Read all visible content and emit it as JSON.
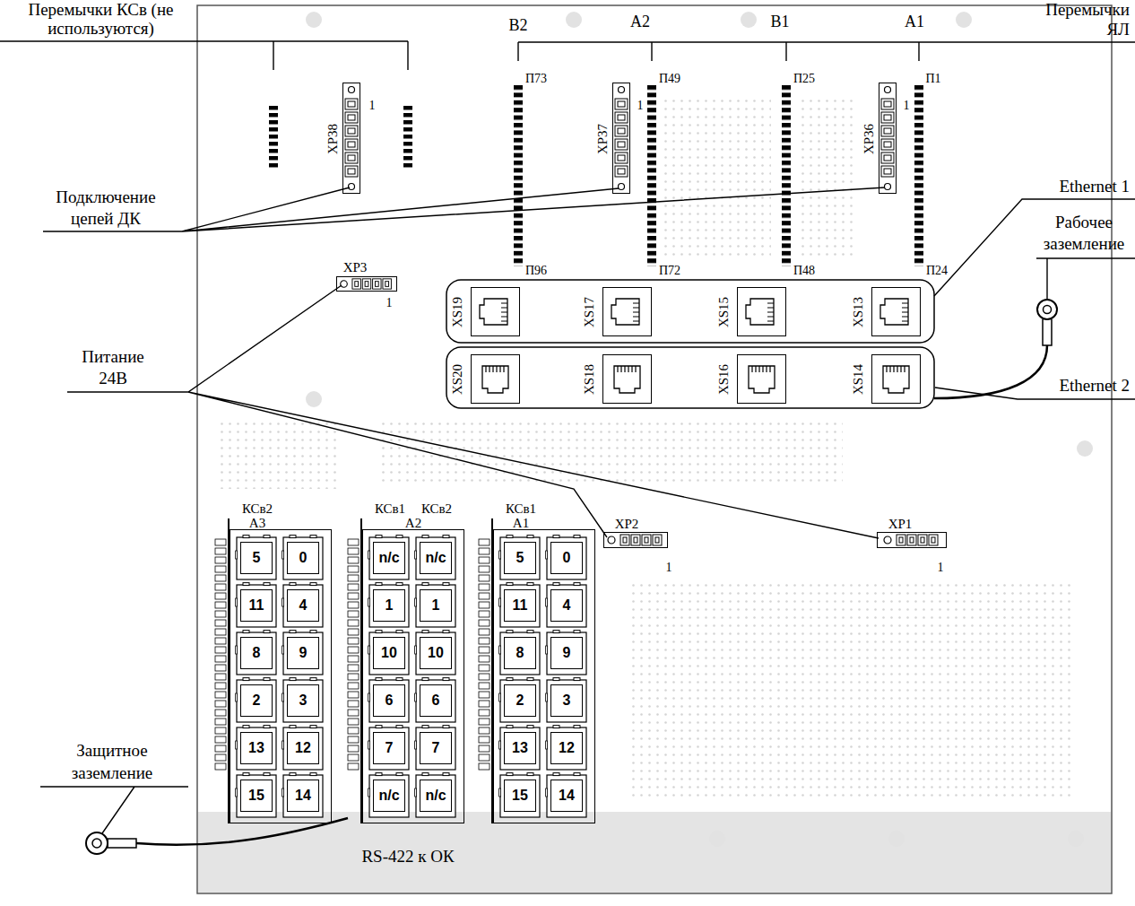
{
  "diagram": {
    "nodes": [
      {
        "text": [
          "XP38",
          "1"
        ]
      },
      {
        "text": [
          "XP37",
          "1"
        ]
      },
      {
        "text": [
          "XP36",
          "1"
        ]
      },
      {
        "text": [
          "XP3",
          "1"
        ]
      },
      {
        "text": [
          "XS19"
        ]
      },
      {
        "text": [
          "XS17"
        ]
      },
      {
        "text": [
          "XS15"
        ]
      },
      {
        "text": [
          "XS13"
        ]
      },
      {
        "text": [
          "XS20"
        ]
      },
      {
        "text": [
          "XS18"
        ]
      },
      {
        "text": [
          "XS16"
        ]
      },
      {
        "text": [
          "XS14"
        ]
      },
      {
        "text": [
          "КСв2",
          "А3"
        ]
      },
      {
        "text": [
          "5"
        ],
        "in": 12
      },
      {
        "text": [
          "0"
        ],
        "in": 12
      },
      {
        "text": [
          "11"
        ],
        "in": 12
      },
      {
        "text": [
          "4"
        ],
        "in": 12
      },
      {
        "text": [
          "8"
        ],
        "in": 12
      },
      {
        "text": [
          "9"
        ],
        "in": 12
      },
      {
        "text": [
          "2"
        ],
        "in": 12
      },
      {
        "text": [
          "3"
        ],
        "in": 12
      },
      {
        "text": [
          "13"
        ],
        "in": 12
      },
      {
        "text": [
          "12"
        ],
        "in": 12
      },
      {
        "text": [
          "15"
        ],
        "in": 12
      },
      {
        "text": [
          "14"
        ],
        "in": 12
      },
      {
        "text": [
          "КСв1",
          "КСв2",
          "А2"
        ]
      },
      {
        "text": [
          "n/c"
        ],
        "in": 25
      },
      {
        "text": [
          "n/c"
        ],
        "in": 25
      },
      {
        "text": [
          "1"
        ],
        "in": 25
      },
      {
        "text": [
          "1"
        ],
        "in": 25
      },
      {
        "text": [
          "10"
        ],
        "in": 25
      },
      {
        "text": [
          "10"
        ],
        "in": 25
      },
      {
        "text": [
          "6"
        ],
        "in": 25
      },
      {
        "text": [
          "6"
        ],
        "in": 25
      },
      {
        "text": [
          "7"
        ],
        "in": 25
      },
      {
        "text": [
          "7"
        ],
        "in": 25
      },
      {
        "text": [
          "n/c"
        ],
        "in": 25
      },
      {
        "text": [
          "n/c"
        ],
        "in": 25
      },
      {
        "text": [
          "КСв1",
          "А1"
        ]
      },
      {
        "text": [
          "5"
        ],
        "in": 38
      },
      {
        "text": [
          "0"
        ],
        "in": 38
      },
      {
        "text": [
          "11"
        ],
        "in": 38
      },
      {
        "text": [
          "4"
        ],
        "in": 38
      },
      {
        "text": [
          "8"
        ],
        "in": 38
      },
      {
        "text": [
          "9"
        ],
        "in": 38
      },
      {
        "text": [
          "2"
        ],
        "in": 38
      },
      {
        "text": [
          "3"
        ],
        "in": 38
      },
      {
        "text": [
          "13"
        ],
        "in": 38
      },
      {
        "text": [
          "12"
        ],
        "in": 38
      },
      {
        "text": [
          "15"
        ],
        "in": 38
      },
      {
        "text": [
          "14"
        ],
        "in": 38
      },
      {
        "text": [
          "XP2",
          "1"
        ]
      },
      {
        "text": [
          "XP1",
          "1"
        ]
      }
    ],
    "labels": [
      "Перемычки КСв (не используются)",
      "Перемычки ЯЛ",
      "В2",
      "А2",
      "В1",
      "А1",
      "П73",
      "П49",
      "П25",
      "П1",
      "П96",
      "П72",
      "П48",
      "П24",
      "Подключение цепей ДК",
      "Питание 24В",
      "Ethernet 1",
      "Рабочее заземление",
      "Ethernet 2",
      "Защитное заземление",
      "RS-422 к ОК"
    ]
  }
}
